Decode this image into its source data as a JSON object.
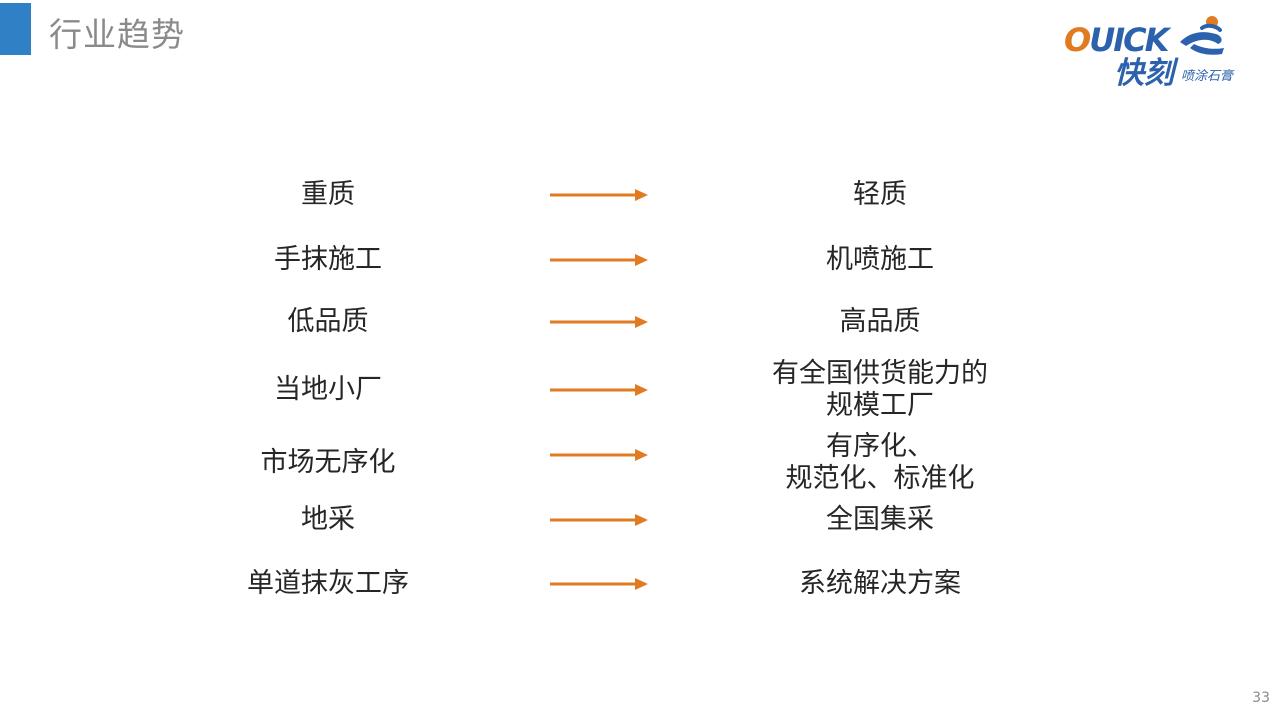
{
  "header": {
    "title": "行业趋势"
  },
  "logo": {
    "word_first": "O",
    "word_rest": "UICK",
    "chinese_name": "快刻",
    "subtitle": "喷涂石膏",
    "brand_orange": "#e07b22",
    "brand_blue": "#2b61ad"
  },
  "colors": {
    "accent_bar": "#2f80c4",
    "arrow": "#e07b22",
    "text": "#262626",
    "title": "#8a8a8a"
  },
  "trends": [
    {
      "from": "重质",
      "to": "轻质"
    },
    {
      "from": "手抹施工",
      "to": "机喷施工"
    },
    {
      "from": "低品质",
      "to": "高品质"
    },
    {
      "from": "当地小厂",
      "to": "有全国供货能力的\n规模工厂"
    },
    {
      "from": "市场无序化",
      "to": "有序化、\n规范化、标准化"
    },
    {
      "from": "地采",
      "to": "全国集采"
    },
    {
      "from": "单道抹灰工序",
      "to": "系统解决方案"
    }
  ],
  "footer": {
    "page_number": "33"
  }
}
